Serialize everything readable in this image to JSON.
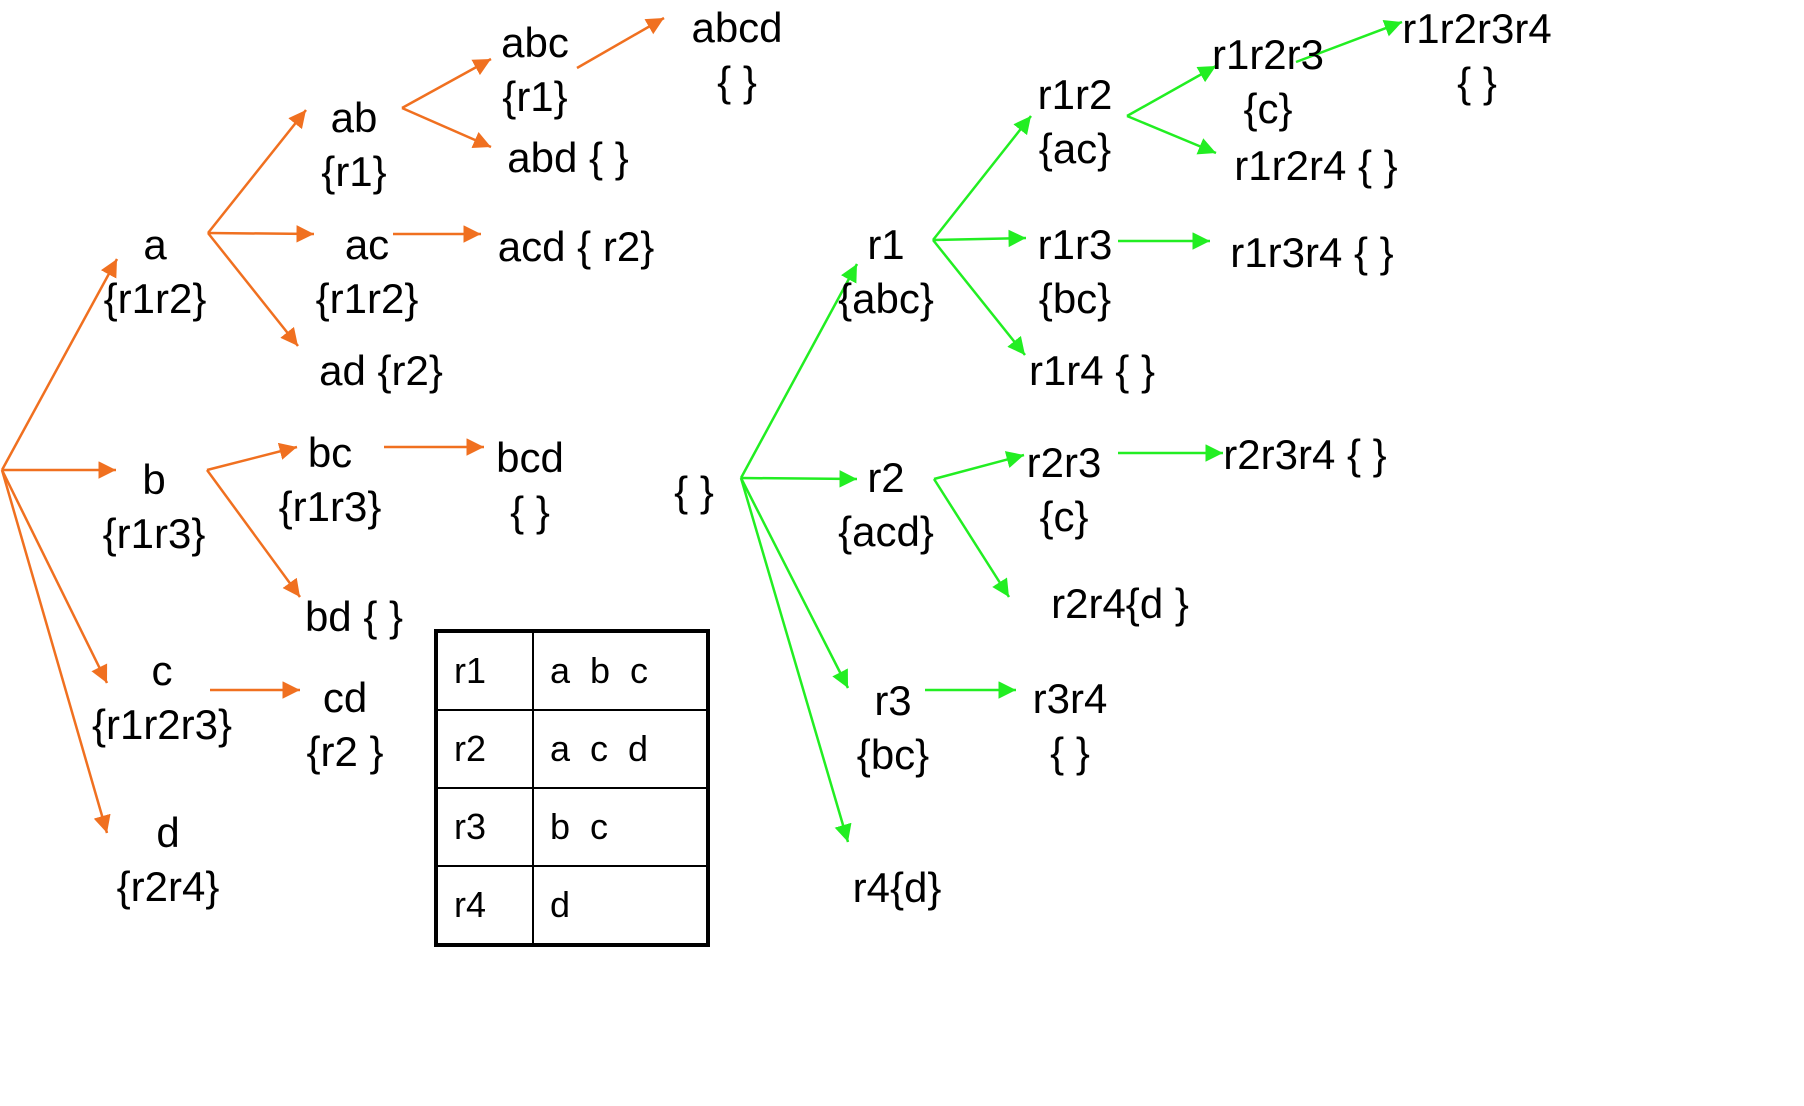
{
  "colors": {
    "left_edges": "#f07020",
    "right_edges": "#22ee22",
    "text": "#000000"
  },
  "left_tree": {
    "nodes": {
      "a": [
        "a",
        "{r1r2}"
      ],
      "b": [
        "b",
        "{r1r3}"
      ],
      "c": [
        "c",
        "{r1r2r3}"
      ],
      "d": [
        "d",
        "{r2r4}"
      ],
      "ab": [
        "ab",
        "{r1}"
      ],
      "ac": [
        "ac",
        "{r1r2}"
      ],
      "ad": [
        "ad {r2}",
        ""
      ],
      "bc": [
        "bc",
        "{r1r3}"
      ],
      "bd": [
        "bd { }",
        ""
      ],
      "cd": [
        "cd",
        "{r2 }"
      ],
      "abc": [
        "abc",
        "{r1}"
      ],
      "abd": [
        "abd { }",
        ""
      ],
      "acd": [
        "acd { r2}",
        ""
      ],
      "bcd": [
        "bcd",
        "{ }"
      ],
      "abcd": [
        "abcd",
        "{ }"
      ]
    },
    "edges": [
      [
        "root",
        "a"
      ],
      [
        "root",
        "b"
      ],
      [
        "root",
        "c"
      ],
      [
        "root",
        "d"
      ],
      [
        "a",
        "ab"
      ],
      [
        "a",
        "ac"
      ],
      [
        "a",
        "ad"
      ],
      [
        "ab",
        "abc"
      ],
      [
        "ab",
        "abd"
      ],
      [
        "ac",
        "acd"
      ],
      [
        "abc",
        "abcd"
      ],
      [
        "b",
        "bc"
      ],
      [
        "b",
        "bd"
      ],
      [
        "bc",
        "bcd"
      ],
      [
        "c",
        "cd"
      ]
    ]
  },
  "right_tree": {
    "nodes": {
      "empty": [
        "{ }",
        ""
      ],
      "r1": [
        "r1",
        "{abc}"
      ],
      "r2": [
        "r2",
        "{acd}"
      ],
      "r3": [
        "r3",
        "{bc}"
      ],
      "r4": [
        "r4{d}",
        ""
      ],
      "r1r2": [
        "r1r2",
        "{ac}"
      ],
      "r1r3": [
        "r1r3",
        "{bc}"
      ],
      "r1r4": [
        "r1r4 { }",
        ""
      ],
      "r1r2r3": [
        "r1r2r3",
        "{c}"
      ],
      "r1r2r4": [
        "r1r2r4 { }",
        ""
      ],
      "r1r3r4": [
        "r1r3r4 { }",
        ""
      ],
      "r1r2r3r4": [
        "r1r2r3r4",
        "{ }"
      ],
      "r2r3": [
        "r2r3",
        "{c}"
      ],
      "r2r4": [
        "r2r4{d }",
        ""
      ],
      "r2r3r4": [
        "r2r3r4 { }",
        ""
      ],
      "r3r4": [
        "r3r4",
        "{ }"
      ]
    },
    "edges": [
      [
        "empty",
        "r1"
      ],
      [
        "empty",
        "r2"
      ],
      [
        "empty",
        "r3"
      ],
      [
        "empty",
        "r4"
      ],
      [
        "r1",
        "r1r2"
      ],
      [
        "r1",
        "r1r3"
      ],
      [
        "r1",
        "r1r4"
      ],
      [
        "r1r2",
        "r1r2r3"
      ],
      [
        "r1r2",
        "r1r2r4"
      ],
      [
        "r1r3",
        "r1r3r4"
      ],
      [
        "r1r2r3",
        "r1r2r3r4"
      ],
      [
        "r2",
        "r2r3"
      ],
      [
        "r2",
        "r2r4"
      ],
      [
        "r2r3",
        "r2r3r4"
      ],
      [
        "r3",
        "r3r4"
      ]
    ]
  },
  "rules_table": [
    {
      "id": "r1",
      "items": "a  b  c"
    },
    {
      "id": "r2",
      "items": "a  c  d"
    },
    {
      "id": "r3",
      "items": "b  c"
    },
    {
      "id": "r4",
      "items": "d"
    }
  ]
}
